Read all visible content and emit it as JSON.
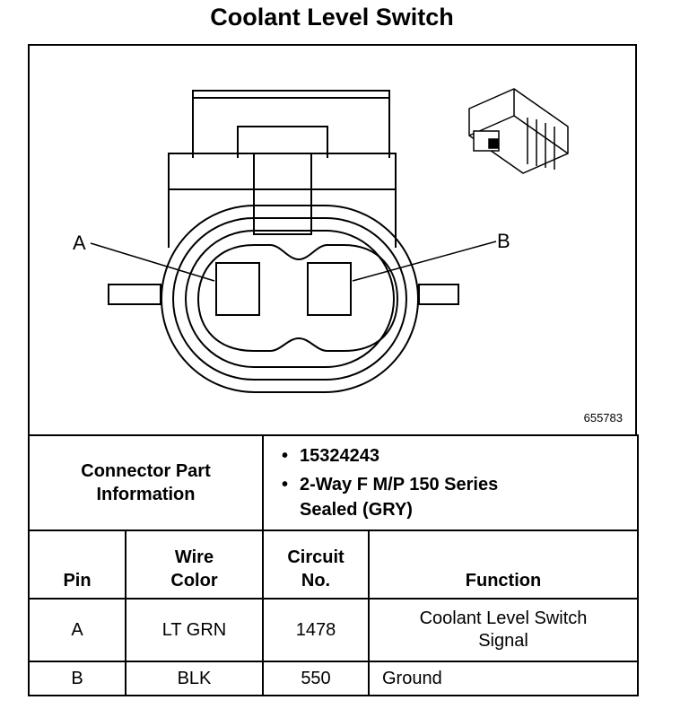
{
  "title": "Coolant Level Switch",
  "figure_number": "655783",
  "pin_labels": {
    "a": "A",
    "b": "B"
  },
  "connector_info": {
    "label_line1": "Connector Part",
    "label_line2": "Information",
    "part_number": "15324243",
    "description_line1": "2-Way F M/P 150 Series",
    "description_line2": "Sealed (GRY)"
  },
  "columns": {
    "pin": "Pin",
    "wire_color_line1": "Wire",
    "wire_color_line2": "Color",
    "circuit_line1": "Circuit",
    "circuit_line2": "No.",
    "function": "Function"
  },
  "rows": [
    {
      "pin": "A",
      "wire_color": "LT GRN",
      "circuit": "1478",
      "function_line1": "Coolant Level Switch",
      "function_line2": "Signal"
    },
    {
      "pin": "B",
      "wire_color": "BLK",
      "circuit": "550",
      "function_line1": "Ground"
    }
  ]
}
